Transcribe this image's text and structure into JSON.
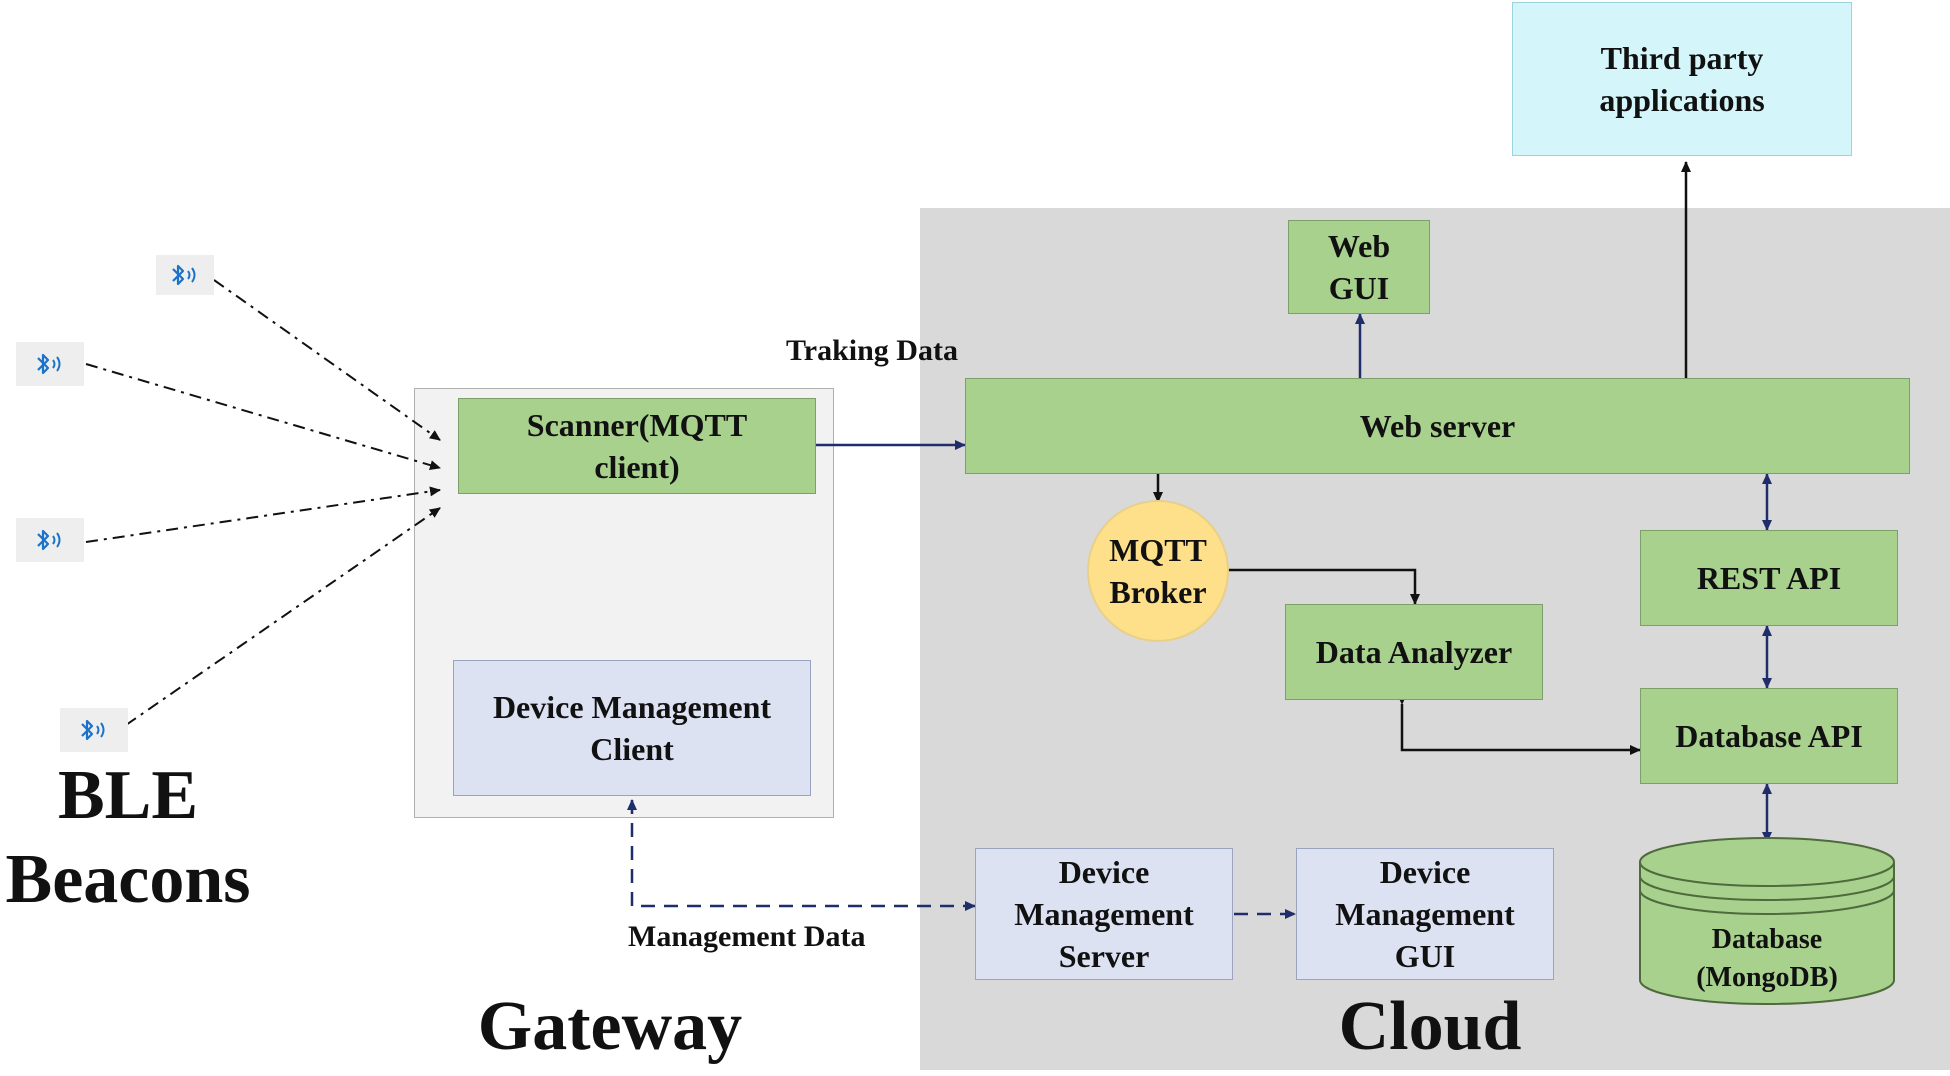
{
  "regions": {
    "cloud_label": "Cloud",
    "gateway_label": "Gateway",
    "beacons_label": "BLE\nBeacons"
  },
  "nodes": {
    "third_party": "Third party\napplications",
    "web_gui": "Web\nGUI",
    "web_server": "Web server",
    "scanner": "Scanner(MQTT\nclient)",
    "mqtt_broker": "MQTT\nBroker",
    "data_analyzer": "Data Analyzer",
    "rest_api": "REST API",
    "database_api": "Database API",
    "database": "Database\n(MongoDB)",
    "dm_client": "Device Management\nClient",
    "dm_server": "Device\nManagement\nServer",
    "dm_gui": "Device\nManagement\nGUI"
  },
  "edge_labels": {
    "tracking": "Traking Data",
    "management": "Management Data"
  },
  "beacons": [
    {
      "icon": "bluetooth-icon"
    },
    {
      "icon": "bluetooth-icon"
    },
    {
      "icon": "bluetooth-icon"
    },
    {
      "icon": "bluetooth-icon"
    }
  ],
  "colors": {
    "cloud_bg": "#d9d9d9",
    "gateway_bg": "#f2f2f2",
    "green_box": "#a9d18e",
    "lavender_box": "#dde2f3",
    "cyan_box": "#d4f6fb",
    "broker": "#ffe08a",
    "arrow_navy": "#1f2d6b",
    "bluetooth": "#1a73c9"
  }
}
